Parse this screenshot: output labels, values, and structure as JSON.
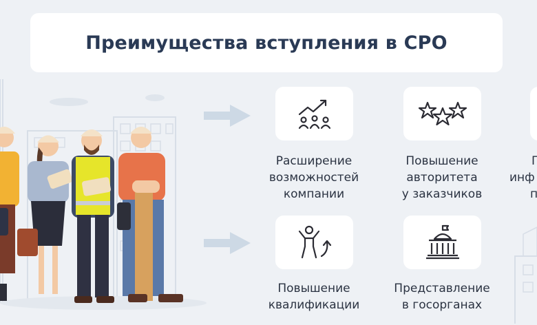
{
  "title": "Преимущества вступления в СРО",
  "benefits": [
    {
      "icon": "growth-team-icon",
      "lines": [
        "Расширение",
        "возможностей",
        "компании"
      ]
    },
    {
      "icon": "three-stars-icon",
      "lines": [
        "Повышение",
        "авторитета",
        "у заказчиков"
      ]
    },
    {
      "icon": "person-arrow-up-icon",
      "lines": [
        "Повышение",
        "квалификации"
      ]
    },
    {
      "icon": "government-building-icon",
      "lines": [
        "Представление",
        "в госорганах"
      ]
    }
  ],
  "cutoff_benefit": {
    "lines": [
      "П",
      "инф",
      "п"
    ]
  },
  "colors": {
    "background": "#eef1f5",
    "card": "#ffffff",
    "title": "#2a3a55",
    "text": "#2b3342",
    "arrow": "#c9d6e3"
  }
}
